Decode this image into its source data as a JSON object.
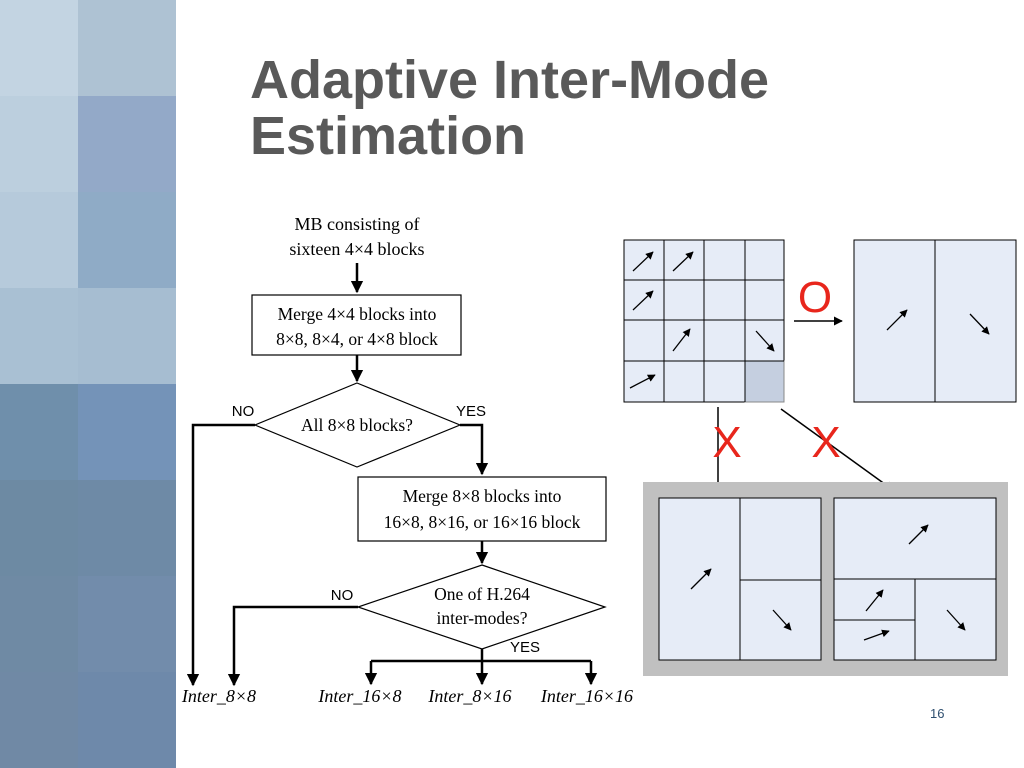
{
  "slide": {
    "title_line1": "Adaptive Inter-Mode",
    "title_line2": "Estimation",
    "page_number": "16"
  },
  "flowchart": {
    "start": [
      "MB consisting of",
      "sixteen 4×4 blocks"
    ],
    "merge1": [
      "Merge 4×4 blocks into",
      "8×8, 8×4, or 4×8 block"
    ],
    "decision1": "All 8×8 blocks?",
    "decision1_no": "NO",
    "decision1_yes": "YES",
    "merge2": [
      "Merge 8×8 blocks into",
      "16×8, 8×16, or 16×16 block"
    ],
    "decision2": [
      "One of H.264",
      "inter-modes?"
    ],
    "decision2_no": "NO",
    "decision2_yes": "YES",
    "outputs": [
      "Inter_8×8",
      "Inter_16×8",
      "Inter_8×16",
      "Inter_16×16"
    ]
  },
  "illustration": {
    "valid_mark": "O",
    "invalid_mark_1": "X",
    "invalid_mark_2": "X",
    "mark_color": "#e8261c",
    "block_fill": "#e6ecf7",
    "highlight_fill": "#c5cfe0",
    "panel_fill": "#c0c0c0"
  },
  "colors": {
    "title": "#595959",
    "page_number": "#2f4f6f"
  }
}
